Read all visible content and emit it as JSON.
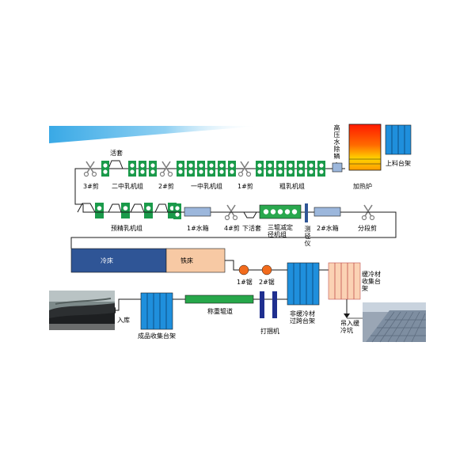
{
  "labels": {
    "shear3": "3#剪",
    "intermediate2": "二中乳机组",
    "shear2": "2#剪",
    "intermediate1": "一中乳机组",
    "shear1": "1#剪",
    "roughing": "粗乳机组",
    "furnace": "加热炉",
    "loading_rack": "上料台架",
    "descaling": "高压水除鳞",
    "looper_top": "活套",
    "pre_finishing": "预精乳机组",
    "water_box1": "1#水箱",
    "shear4": "4#剪",
    "lower_looper": "下活套",
    "sizing_mill": "三辊减定径机组",
    "gauge": "测径仪",
    "water_box2": "2#水箱",
    "dividing_shear": "分段剪",
    "cooling_bed": "冷床",
    "iron_bed": "铁床",
    "saw1": "1#锯",
    "saw2": "2#锯",
    "slow_cool_rack": "缓冷材收集台架",
    "non_slow_cool_rack": "非缓冷材过跨台架",
    "to_pit": "吊入缓冷坑",
    "bundler": "打捆机",
    "weigh_roller": "称重辊道",
    "product_rack": "成品收集台架",
    "warehouse": "入库"
  },
  "colors": {
    "stand_green": "#1a9a4a",
    "water_box_blue": "#9cb7dc",
    "cooling_bed_blue": "#2f5596",
    "iron_bed_orange": "#f7c9a4",
    "rack_blue": "#1f8fdc",
    "saw_orange": "#f26b1c",
    "roller_green": "#27a74a",
    "bundler_navy": "#1f2f8f",
    "slow_rack_peach": "#fbd2b4",
    "line": "#1a1a1a"
  },
  "icons": {
    "shear": "scissors-icon",
    "stand": "mill-stand-icon"
  }
}
